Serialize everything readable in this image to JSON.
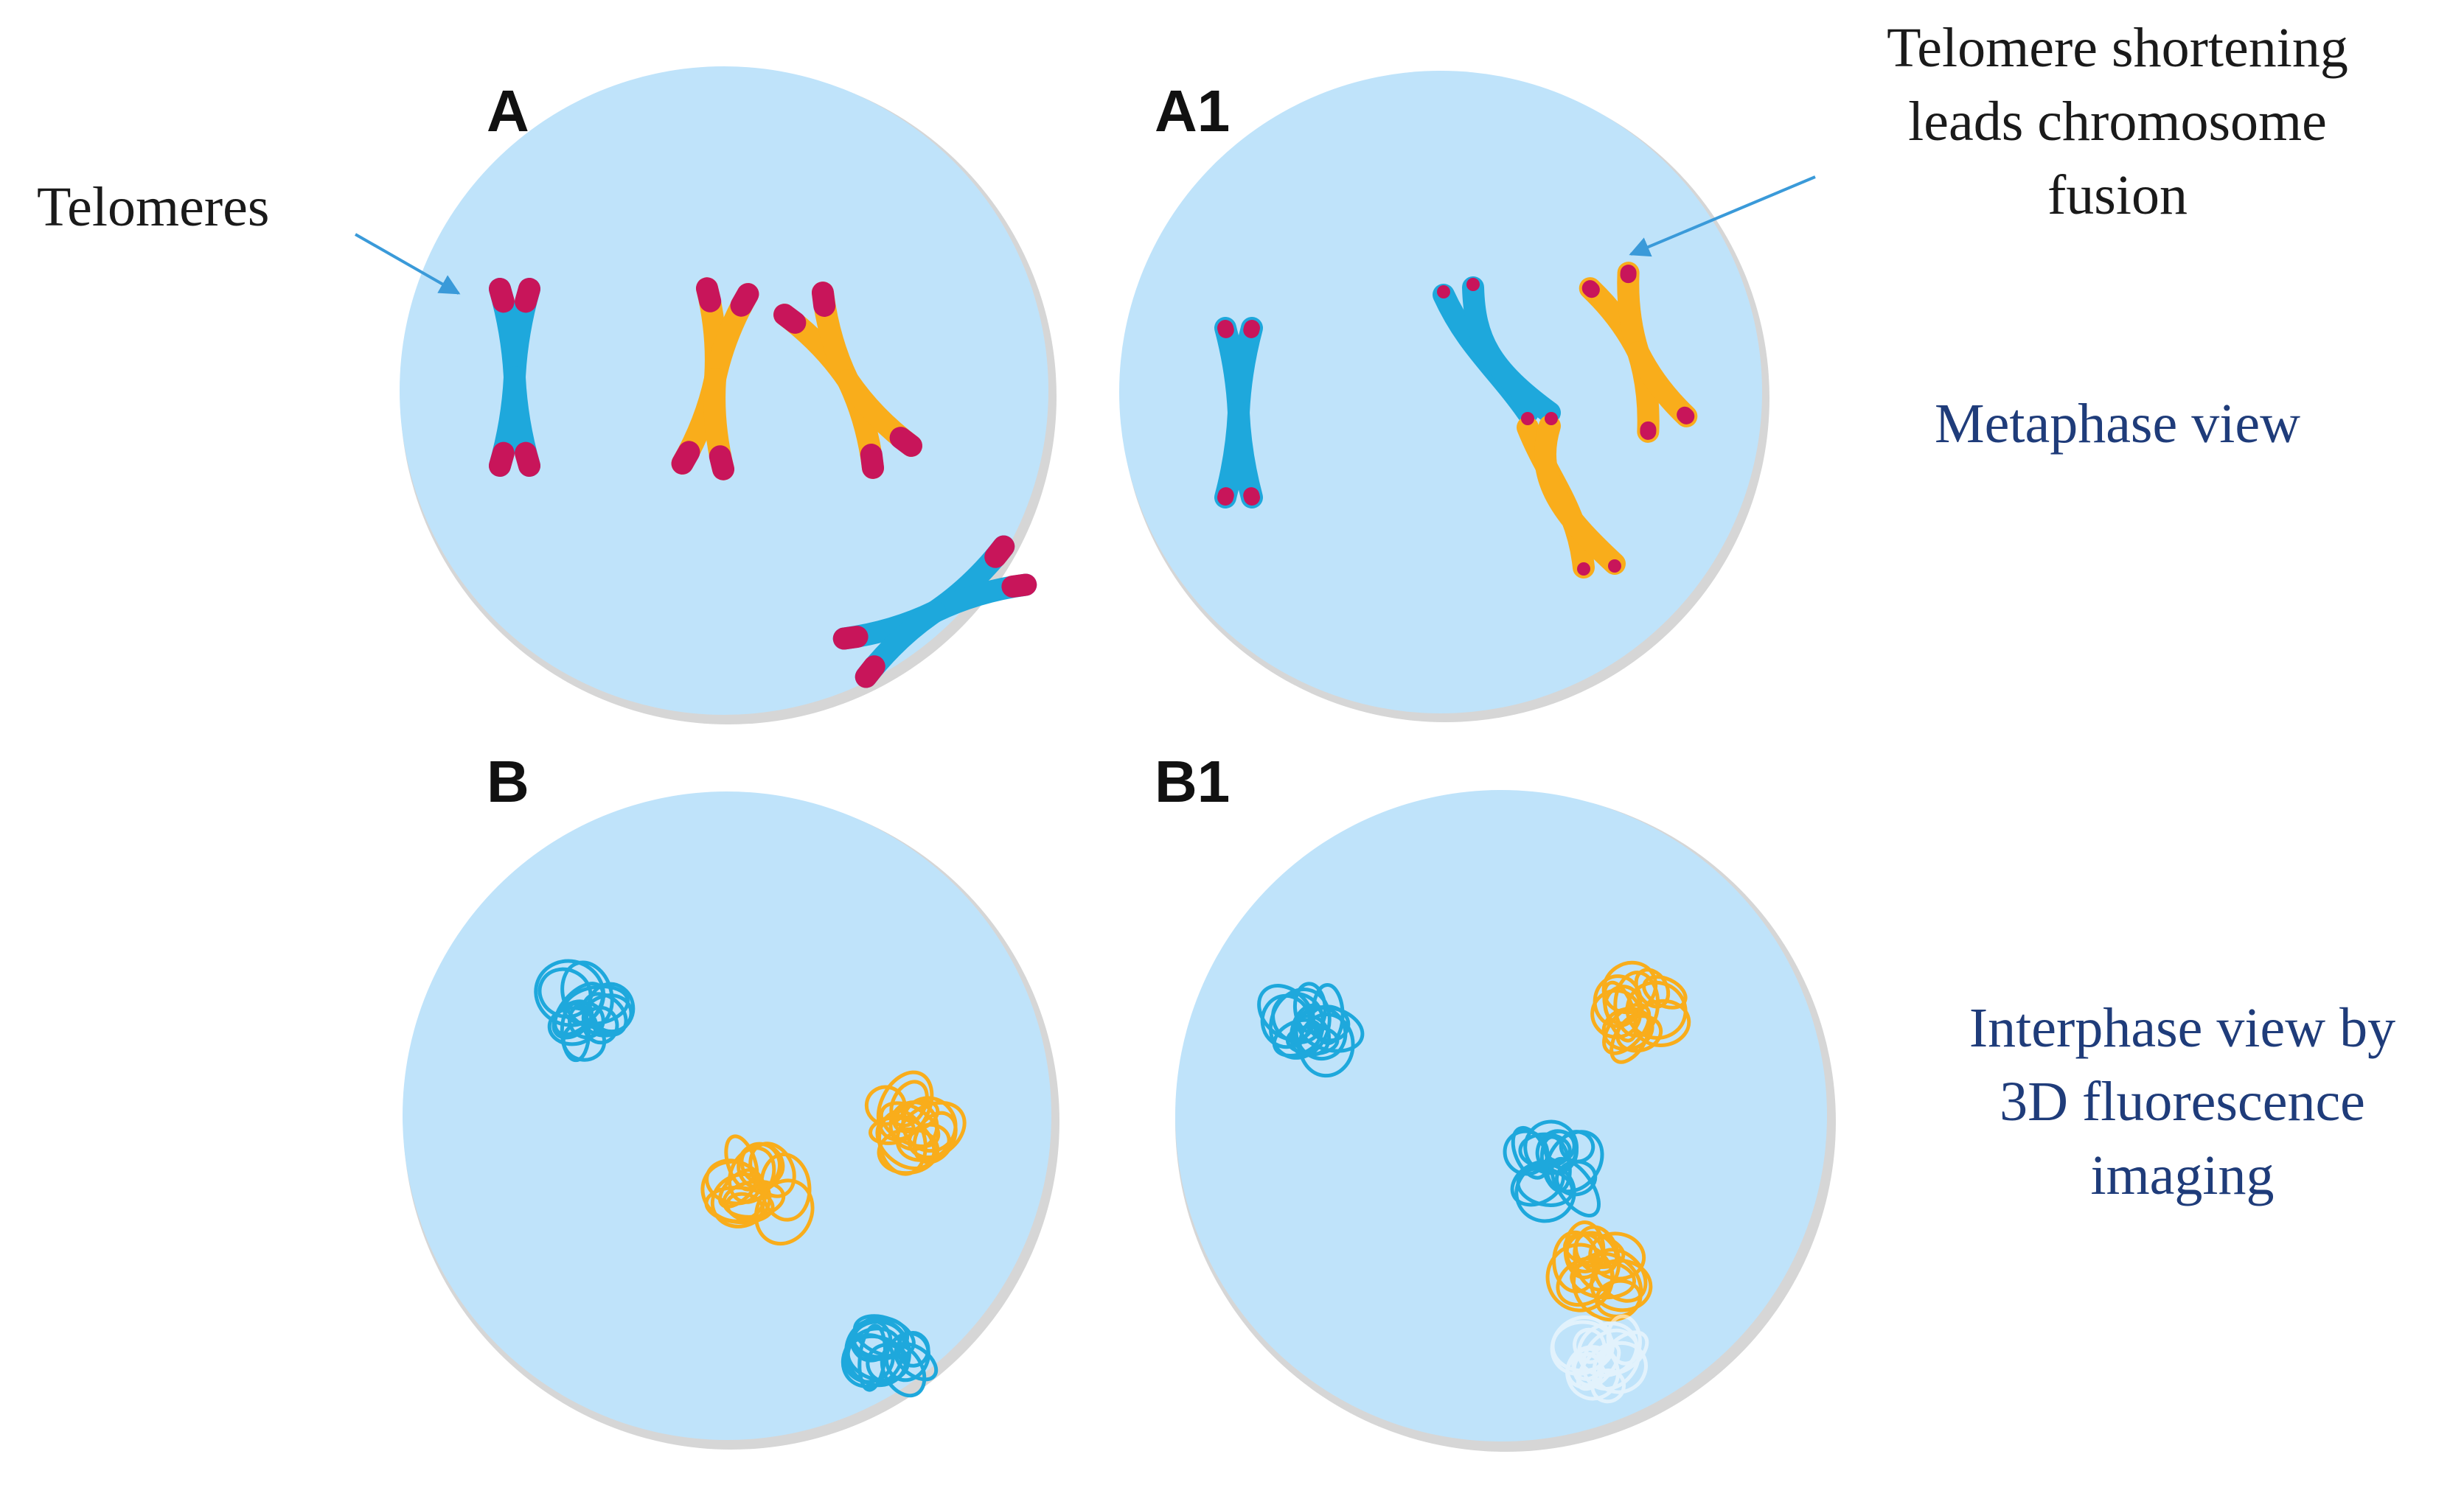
{
  "panels": {
    "a": "A",
    "a1": "A1",
    "b": "B",
    "b1": "B1"
  },
  "annotations": {
    "telomeres": "Telomeres",
    "fusion_line1": "Telomere shortening",
    "fusion_line2": "leads chromosome",
    "fusion_line3": "fusion"
  },
  "row_labels": {
    "metaphase": "Metaphase view",
    "interphase_line1": "Interphase view by",
    "interphase_line2": "3D fluorescence",
    "interphase_line3": "imaging"
  },
  "colors": {
    "nucleus": "#bfe3fa",
    "nucleus_shadow": "#d6d6d6",
    "chromosome_blue": "#1ea8dc",
    "chromosome_orange": "#f9ad1b",
    "telomere": "#c8155a",
    "arrow": "#3a9ad9",
    "label_navy": "#1f3c7a"
  }
}
